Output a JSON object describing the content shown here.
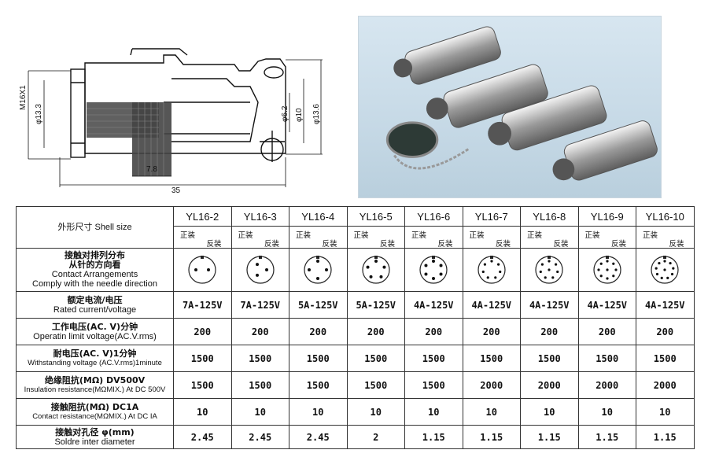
{
  "drawing": {
    "dims": {
      "thread": "M16X1",
      "d_13_3": "φ13.3",
      "d_6_2": "φ6.2",
      "d_10": "φ10",
      "d_13_6": "φ13.6",
      "len_7_8": "7.8",
      "len_35": "35"
    }
  },
  "photo": {
    "icon": "connector-photo-icon"
  },
  "table": {
    "header": {
      "shell_size": "外形尺寸  Shell size",
      "models": [
        "YL16-2",
        "YL16-3",
        "YL16-4",
        "YL16-5",
        "YL16-6",
        "YL16-7",
        "YL16-8",
        "YL16-9",
        "YL16-10"
      ],
      "forward": "正装",
      "reverse": "反装"
    },
    "contact": {
      "zh1": "接触对排列分布",
      "zh2": "从针的方向看",
      "en1": "Contact Arrangements",
      "en2": "Comply with the needle direction",
      "pins": [
        2,
        3,
        4,
        5,
        6,
        7,
        8,
        9,
        10
      ]
    },
    "rated": {
      "zh": "额定电流/电压",
      "en": "Rated current/voltage",
      "values": [
        "7A-125V",
        "7A-125V",
        "5A-125V",
        "5A-125V",
        "4A-125V",
        "4A-125V",
        "4A-125V",
        "4A-125V",
        "4A-125V"
      ]
    },
    "working": {
      "zh": "工作电压(AC. V)分钟",
      "en": "Operatin limit voltage(AC.V.rms)",
      "values": [
        "200",
        "200",
        "200",
        "200",
        "200",
        "200",
        "200",
        "200",
        "200"
      ]
    },
    "withstanding": {
      "zh": "耐电压(AC. V)1分钟",
      "en": "Withstanding voltage (AC.V.rms)1minute",
      "values": [
        "1500",
        "1500",
        "1500",
        "1500",
        "1500",
        "1500",
        "1500",
        "1500",
        "1500"
      ]
    },
    "insulation": {
      "zh": "绝缘阻抗(MΩ) DV500V",
      "en": "Insulation resistance(MΩMIX.) At DC 500V",
      "values": [
        "1500",
        "1500",
        "1500",
        "1500",
        "1500",
        "2000",
        "2000",
        "2000",
        "2000"
      ]
    },
    "contact_res": {
      "zh": "接触阻抗(MΩ) DC1A",
      "en": "Contact resistance(MΩMIX.) At DC IA",
      "values": [
        "10",
        "10",
        "10",
        "10",
        "10",
        "10",
        "10",
        "10",
        "10"
      ]
    },
    "solder": {
      "zh": "接触对孔径 φ(mm)",
      "en": "Soldre inter diameter",
      "values": [
        "2.45",
        "2.45",
        "2.45",
        "2",
        "1.15",
        "1.15",
        "1.15",
        "1.15",
        "1.15"
      ]
    }
  }
}
